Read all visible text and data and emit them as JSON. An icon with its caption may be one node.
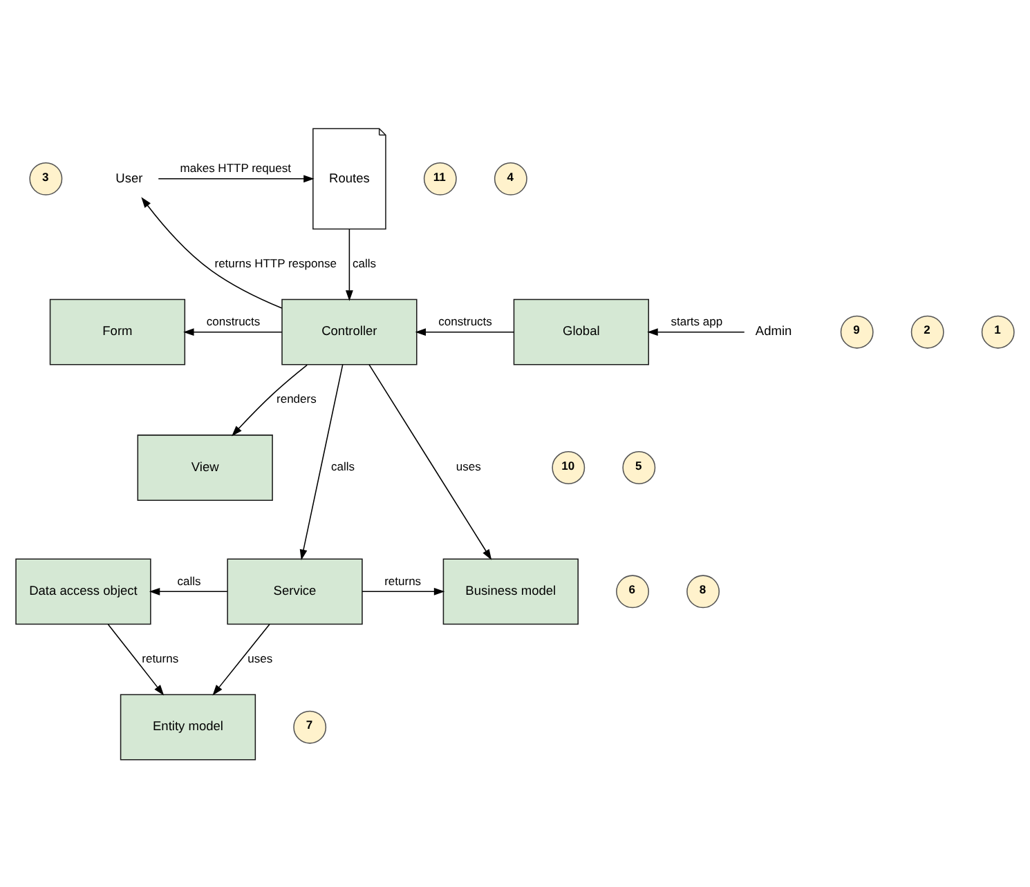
{
  "diagram": {
    "nodes": [
      {
        "text": [
          "3"
        ]
      },
      {
        "text": [
          "User"
        ]
      },
      {
        "text": [
          "Routes"
        ]
      },
      {
        "text": [
          "11"
        ]
      },
      {
        "text": [
          "4"
        ]
      },
      {
        "text": [
          "Form"
        ]
      },
      {
        "text": [
          "Controller"
        ]
      },
      {
        "text": [
          "Global"
        ]
      },
      {
        "text": [
          "Admin"
        ]
      },
      {
        "text": [
          "9"
        ]
      },
      {
        "text": [
          "2"
        ]
      },
      {
        "text": [
          "1"
        ]
      },
      {
        "text": [
          "10"
        ]
      },
      {
        "text": [
          "5"
        ]
      },
      {
        "text": [
          "View"
        ]
      },
      {
        "text": [
          "6"
        ]
      },
      {
        "text": [
          "8"
        ]
      },
      {
        "text": [
          "Data access object"
        ]
      },
      {
        "text": [
          "Service"
        ]
      },
      {
        "text": [
          "Business model"
        ]
      },
      {
        "text": [
          "7"
        ]
      },
      {
        "text": [
          "Entity model"
        ]
      }
    ],
    "edges": [
      {
        "from": 1,
        "to": 2,
        "arrow": "to",
        "label": "makes HTTP request"
      },
      {
        "from": 6,
        "to": 1,
        "arrow": "to",
        "label": "returns HTTP response"
      },
      {
        "from": 2,
        "to": 6,
        "arrow": "to",
        "label": "calls"
      },
      {
        "from": 6,
        "to": 5,
        "arrow": "to",
        "label": "constructs"
      },
      {
        "from": 7,
        "to": 6,
        "arrow": "to",
        "label": "constructs"
      },
      {
        "from": 8,
        "to": 7,
        "arrow": "to",
        "label": "starts app"
      },
      {
        "from": 6,
        "to": 14,
        "arrow": "to",
        "label": "renders"
      },
      {
        "from": 6,
        "to": 18,
        "arrow": "to",
        "label": "calls"
      },
      {
        "from": 6,
        "to": 19,
        "arrow": "to",
        "label": "uses"
      },
      {
        "from": 18,
        "to": 17,
        "arrow": "to",
        "label": "calls"
      },
      {
        "from": 18,
        "to": 19,
        "arrow": "to",
        "label": "returns"
      },
      {
        "from": 17,
        "to": 21,
        "arrow": "to",
        "label": "returns"
      },
      {
        "from": 18,
        "to": 21,
        "arrow": "to",
        "label": "uses"
      }
    ]
  }
}
